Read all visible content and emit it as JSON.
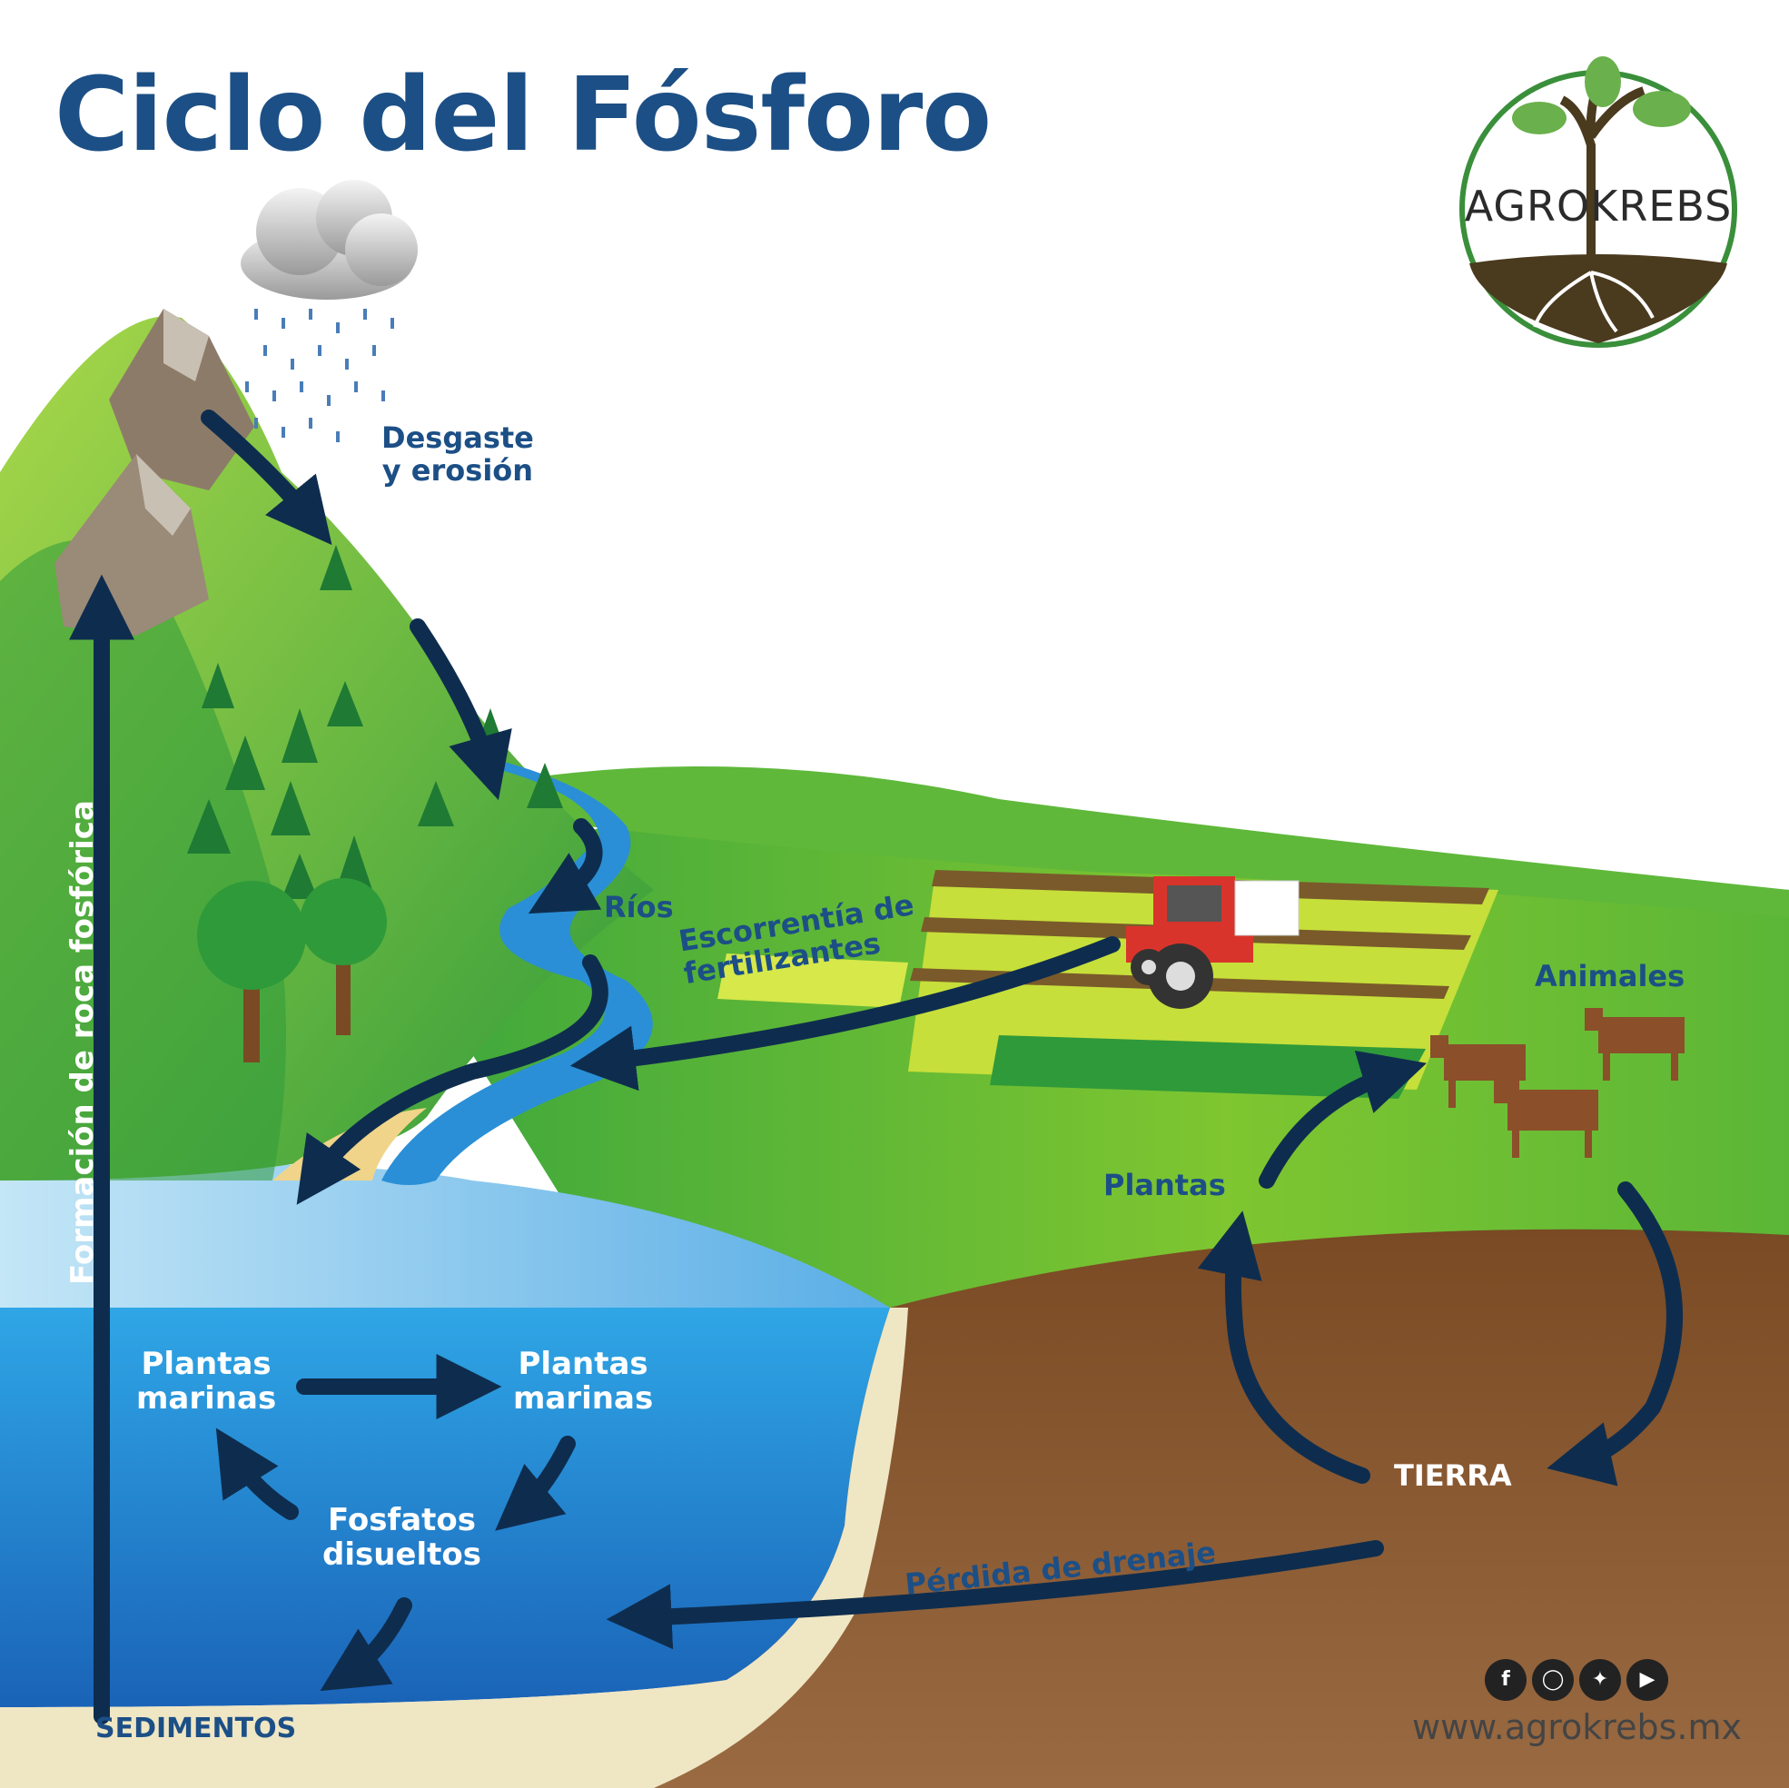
{
  "title": "Ciclo del Fósforo",
  "brand": {
    "name": "AGROKREBS",
    "website": "www.agrokrebs.mx"
  },
  "labels": {
    "weathering": [
      "Desgaste",
      "y erosión"
    ],
    "rivers": "Ríos",
    "fertilizer_runoff": [
      "Escorrentía de",
      "fertilizantes"
    ],
    "animals": "Animales",
    "plants": "Plantas",
    "marine_plants_1": [
      "Plantas",
      "marinas"
    ],
    "marine_plants_2": [
      "Plantas",
      "marinas"
    ],
    "dissolved_phosphates": [
      "Fosfatos",
      "disueltos"
    ],
    "soil": "TIERRA",
    "drainage_loss": "Pérdida de drenaje",
    "sediments": "SEDIMENTOS",
    "rock_formation": "Formación de roca fosfórica"
  },
  "social_icons": [
    "facebook-icon",
    "instagram-icon",
    "twitter-icon",
    "youtube-icon"
  ],
  "colors": {
    "title_blue": "#1c4f86",
    "arrow_navy": "#0e2d4e",
    "grass_green": "#3aa53a",
    "water_blue": "#2a8fd6",
    "soil_brown": "#7a4a27",
    "sand": "#efe6c4"
  }
}
